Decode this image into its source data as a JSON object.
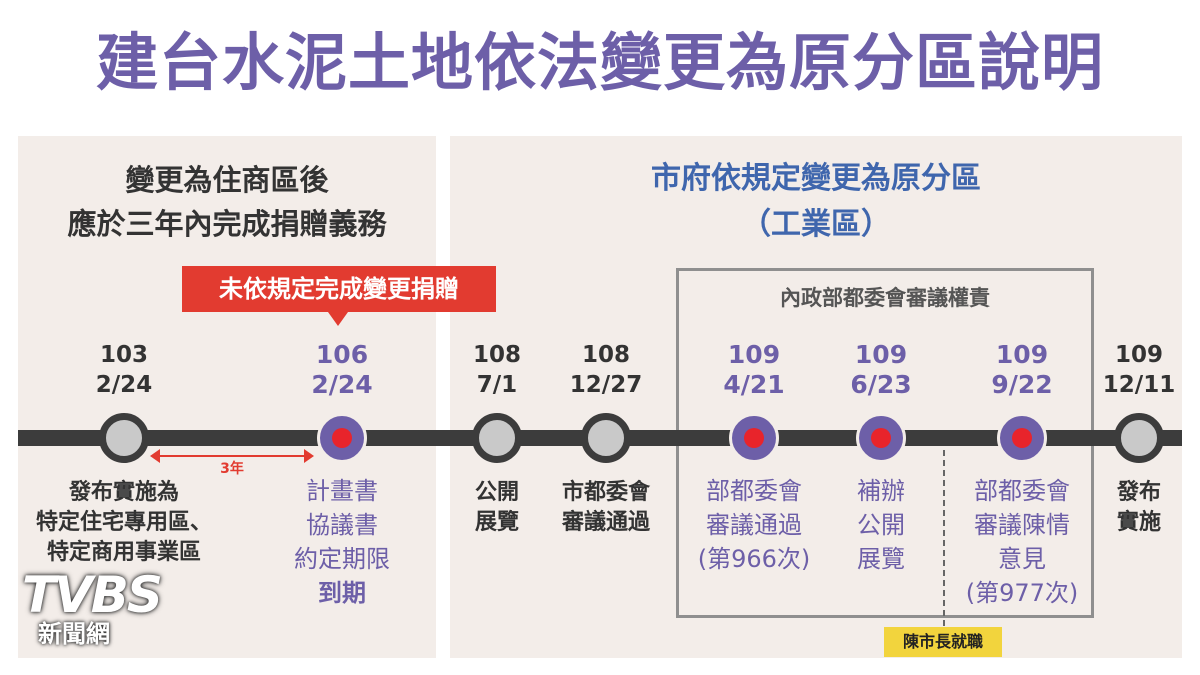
{
  "title": "建台水泥土地依法變更為原分區說明",
  "left_panel": {
    "heading_line1": "變更為住商區後",
    "heading_line2": "應於三年內完成捐贈義務",
    "callout": "未依規定完成變更捐贈",
    "gap_label": "3年"
  },
  "right_panel": {
    "heading_line1": "市府依規定變更為原分區",
    "heading_line2": "（工業區）",
    "review_box_label": "內政部都委會審議權責",
    "mayor_tag": "陳市長就職"
  },
  "milestones": [
    {
      "year": "103",
      "date": "2/24",
      "desc": [
        "發布實施為",
        "特定住宅專用區、",
        "特定商用事業區"
      ],
      "style": "gray"
    },
    {
      "year": "106",
      "date": "2/24",
      "desc": [
        "計畫書",
        "協議書",
        "約定期限",
        "到期"
      ],
      "style": "purple"
    },
    {
      "year": "108",
      "date": "7/1",
      "desc": [
        "公開",
        "展覽"
      ],
      "style": "gray"
    },
    {
      "year": "108",
      "date": "12/27",
      "desc": [
        "市都委會",
        "審議通過"
      ],
      "style": "gray"
    },
    {
      "year": "109",
      "date": "4/21",
      "desc": [
        "部都委會",
        "審議通過",
        "(第966次)"
      ],
      "style": "purple"
    },
    {
      "year": "109",
      "date": "6/23",
      "desc": [
        "補辦",
        "公開",
        "展覽"
      ],
      "style": "purple"
    },
    {
      "year": "109",
      "date": "9/22",
      "desc": [
        "部都委會",
        "審議陳情",
        "意見",
        "(第977次)"
      ],
      "style": "purple"
    },
    {
      "year": "109",
      "date": "12/11",
      "desc": [
        "發布",
        "實施"
      ],
      "style": "gray"
    }
  ],
  "logo": {
    "brand": "TVBS",
    "sub": "新聞網"
  },
  "colors": {
    "purple": "#6d5fa8",
    "blue": "#3f66ad",
    "red": "#e23b30",
    "track": "#3c3c3c",
    "panel": "#f3ede9",
    "yellow": "#f2d43d"
  }
}
